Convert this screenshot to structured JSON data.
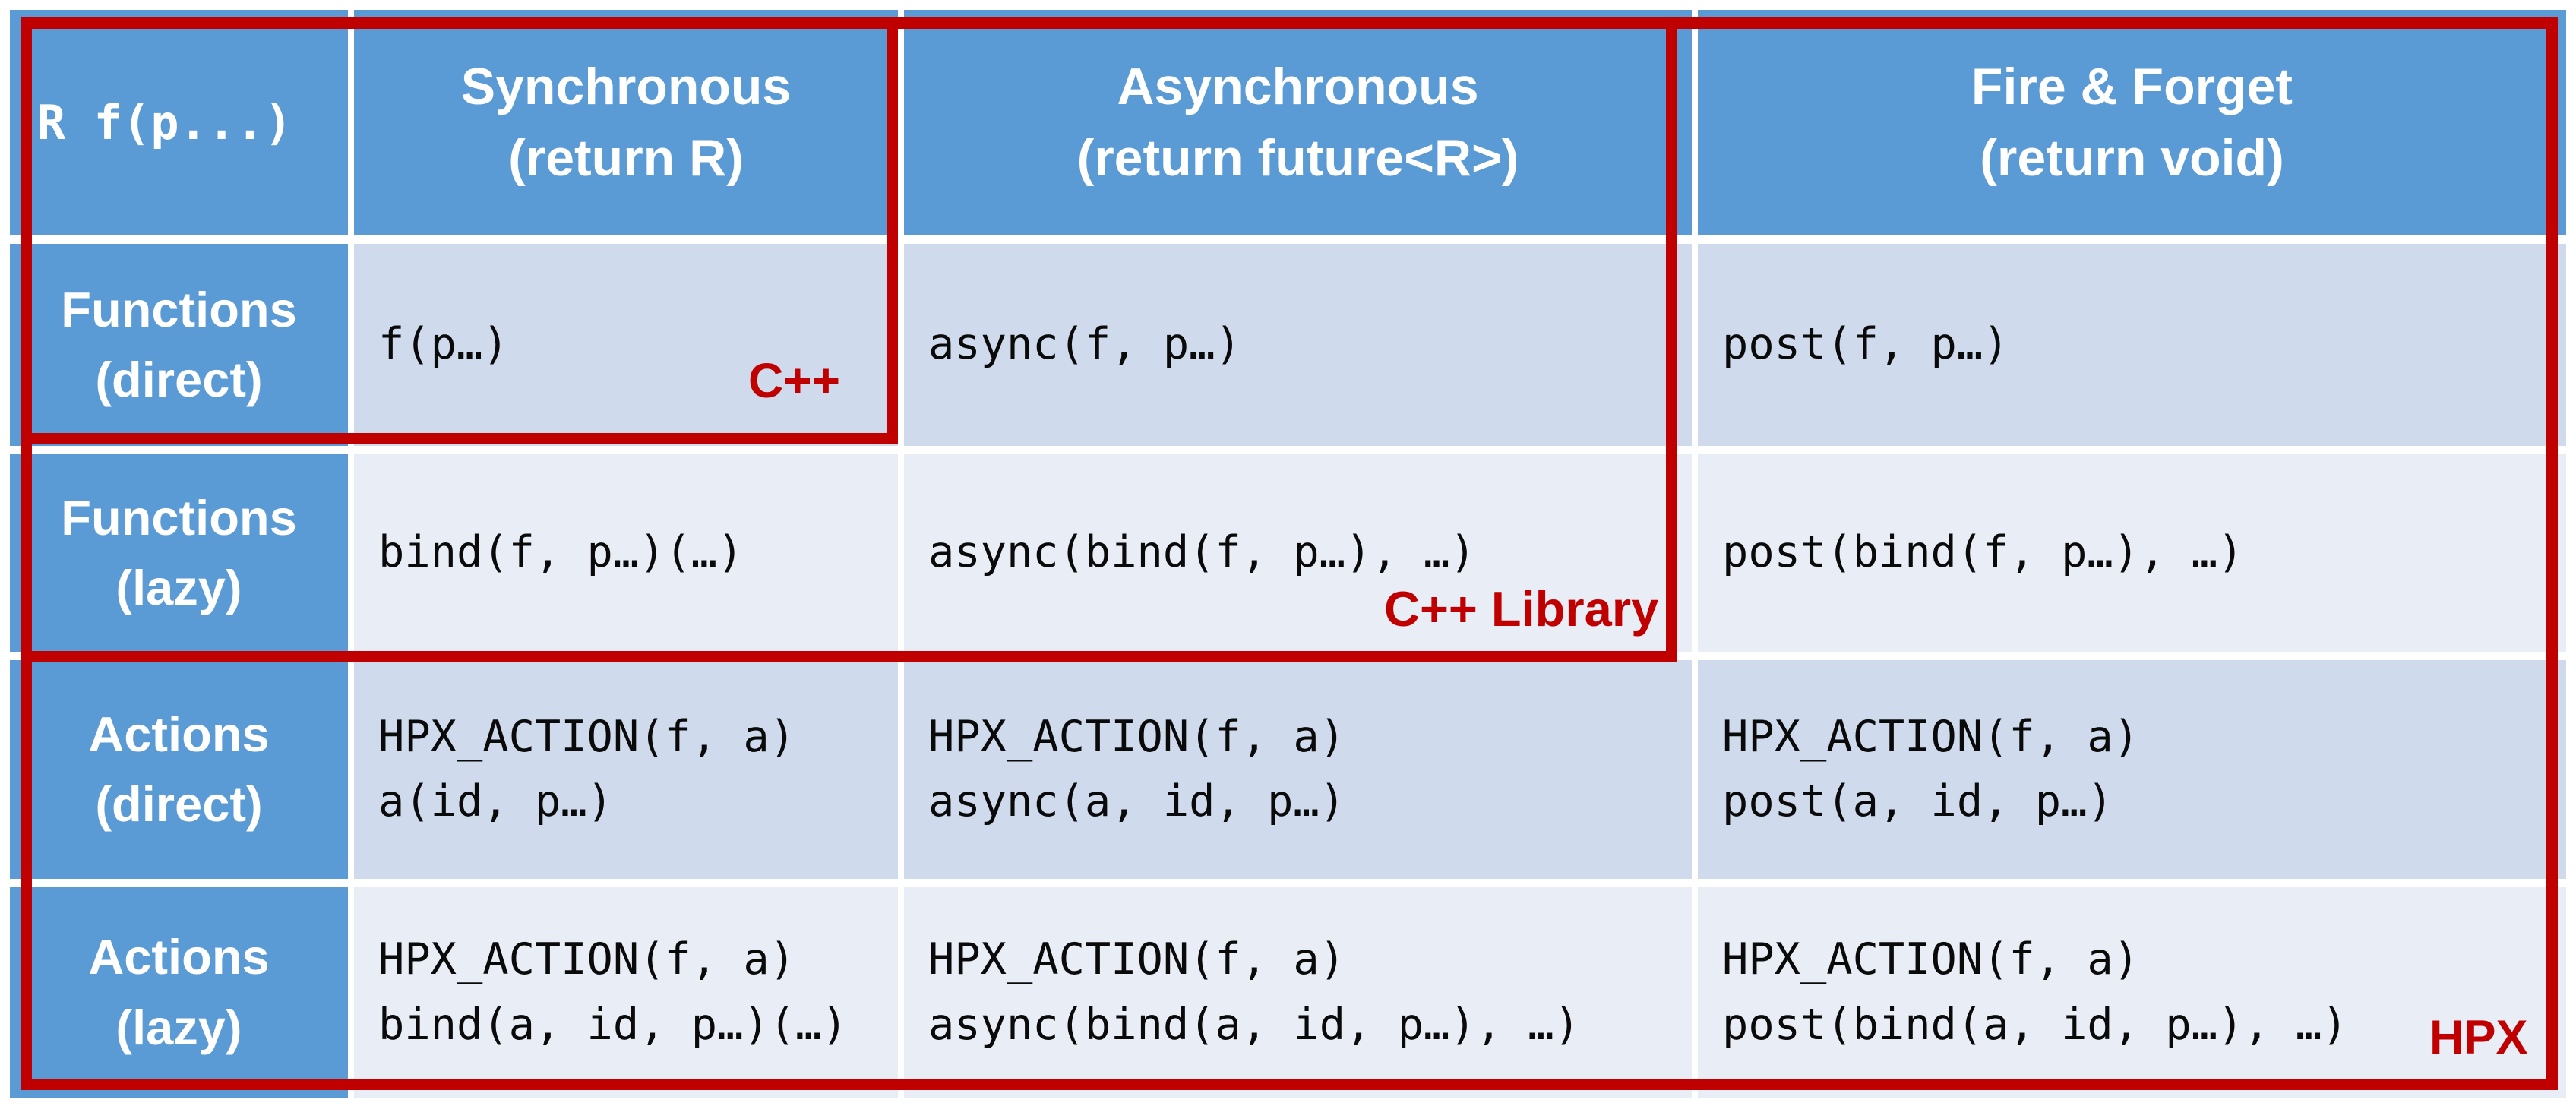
{
  "table": {
    "corner_header": "R f(p...)",
    "column_headers": [
      {
        "line1": "Synchronous",
        "line2": "(return R)"
      },
      {
        "line1": "Asynchronous",
        "line2": "(return future<R>)"
      },
      {
        "line1": "Fire & Forget",
        "line2": "(return void)"
      }
    ],
    "rows": [
      {
        "label_line1": "Functions",
        "label_line2": "(direct)",
        "cells": [
          [
            "f(p…)"
          ],
          [
            "async(f, p…)"
          ],
          [
            "post(f, p…)"
          ]
        ]
      },
      {
        "label_line1": "Functions",
        "label_line2": "(lazy)",
        "cells": [
          [
            "bind(f, p…)(…)"
          ],
          [
            "async(bind(f, p…), …)"
          ],
          [
            "post(bind(f, p…), …)"
          ]
        ]
      },
      {
        "label_line1": "Actions",
        "label_line2": "(direct)",
        "cells": [
          [
            "HPX_ACTION(f, a)",
            "a(id, p…)"
          ],
          [
            "HPX_ACTION(f, a)",
            "async(a, id, p…)"
          ],
          [
            "HPX_ACTION(f, a)",
            "post(a, id, p…)"
          ]
        ]
      },
      {
        "label_line1": "Actions",
        "label_line2": "(lazy)",
        "cells": [
          [
            "HPX_ACTION(f, a)",
            "bind(a, id, p…)(…)"
          ],
          [
            "HPX_ACTION(f, a)",
            "async(bind(a, id, p…), …)"
          ],
          [
            "HPX_ACTION(f, a)",
            "post(bind(a, id, p…), …)"
          ]
        ]
      }
    ]
  },
  "annotations": {
    "cpp": "C++",
    "cpp_library": "C++ Library",
    "hpx": "HPX"
  },
  "colors": {
    "header_blue": "#5b9bd5",
    "row_odd_bg": "#cfdbec",
    "row_even_bg": "#e9edf6",
    "annotation_red": "#c00000",
    "code_text": "#0a0a0a"
  }
}
